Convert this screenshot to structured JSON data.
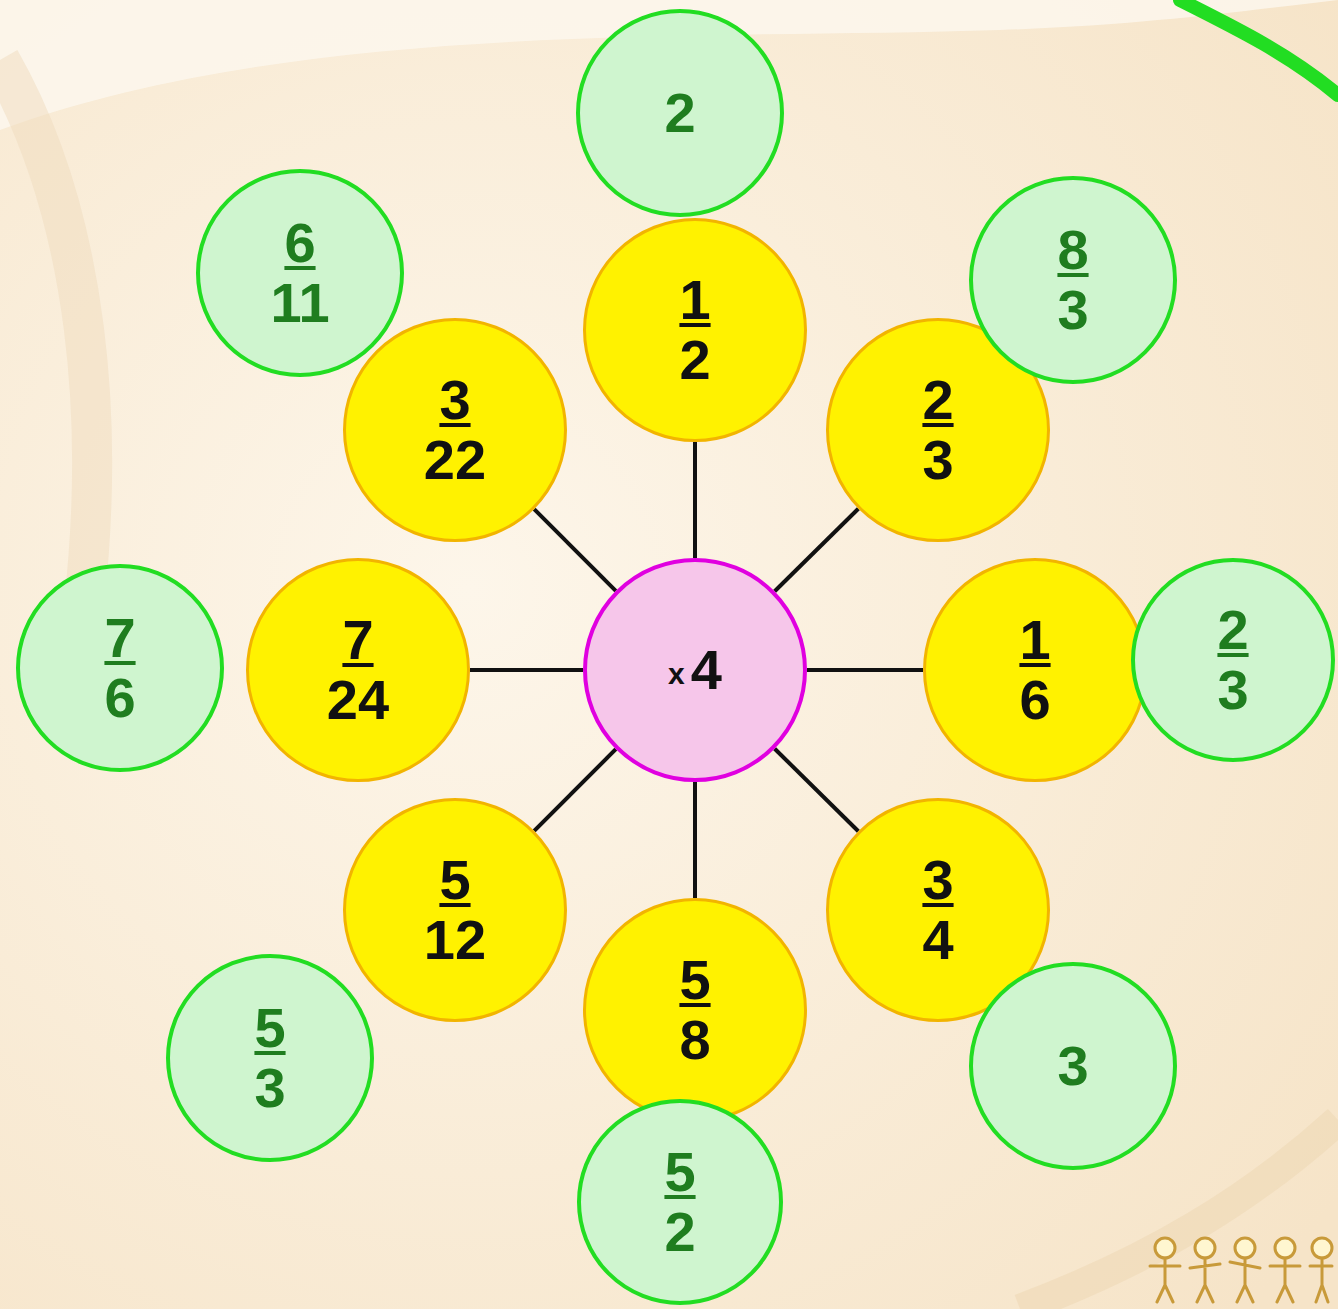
{
  "diagram": {
    "nodes": [
      {
        "text": [
          "x",
          "4"
        ]
      },
      {
        "text": [
          "1",
          "2"
        ]
      },
      {
        "text": [
          "2",
          "3"
        ]
      },
      {
        "text": [
          "1",
          "6"
        ]
      },
      {
        "text": [
          "3",
          "4"
        ]
      },
      {
        "text": [
          "5",
          "8"
        ]
      },
      {
        "text": [
          "5",
          "12"
        ]
      },
      {
        "text": [
          "7",
          "24"
        ]
      },
      {
        "text": [
          "3",
          "22"
        ]
      },
      {
        "text": [
          "2"
        ]
      },
      {
        "text": [
          "8",
          "3"
        ]
      },
      {
        "text": [
          "2",
          "3"
        ]
      },
      {
        "text": [
          "3"
        ]
      },
      {
        "text": [
          "5",
          "2"
        ]
      },
      {
        "text": [
          "5",
          "3"
        ]
      },
      {
        "text": [
          "7",
          "6"
        ]
      },
      {
        "text": [
          "6",
          "11"
        ]
      }
    ],
    "edges": [
      {
        "from": 0,
        "to": 1,
        "arrow": "none"
      },
      {
        "from": 0,
        "to": 2,
        "arrow": "none"
      },
      {
        "from": 0,
        "to": 3,
        "arrow": "none"
      },
      {
        "from": 0,
        "to": 4,
        "arrow": "none"
      },
      {
        "from": 0,
        "to": 5,
        "arrow": "none"
      },
      {
        "from": 0,
        "to": 6,
        "arrow": "none"
      },
      {
        "from": 0,
        "to": 7,
        "arrow": "none"
      },
      {
        "from": 0,
        "to": 8,
        "arrow": "none"
      }
    ]
  }
}
